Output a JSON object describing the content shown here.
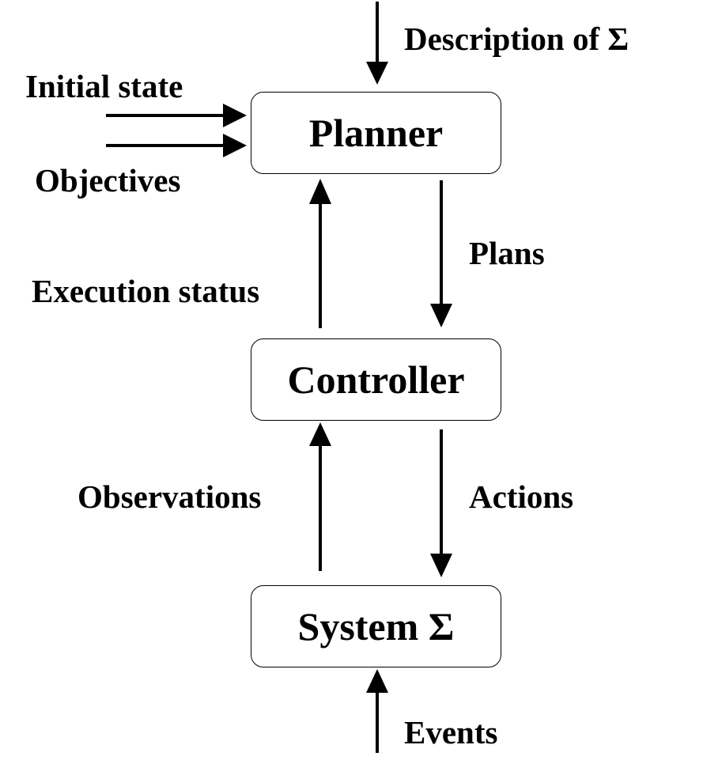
{
  "nodes": {
    "planner": "Planner",
    "controller": "Controller",
    "system": "System Σ"
  },
  "labels": {
    "description": "Description of Σ",
    "initial_state": "Initial state",
    "objectives": "Objectives",
    "plans": "Plans",
    "execution_status": "Execution status",
    "observations": "Observations",
    "actions": "Actions",
    "events": "Events"
  }
}
